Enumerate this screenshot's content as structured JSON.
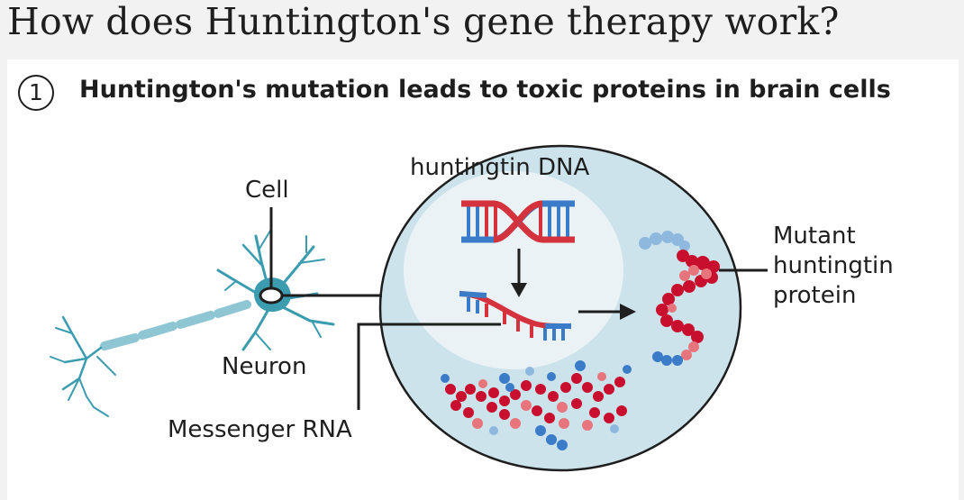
{
  "title": "How does Huntington's gene therapy work?",
  "step": {
    "number": "1",
    "heading": "Huntington's mutation leads to toxic proteins in brain cells"
  },
  "labels": {
    "cell": "Cell",
    "neuron": "Neuron",
    "dna": "huntingtin DNA",
    "mrna": "Messenger RNA",
    "protein": [
      "Mutant",
      "huntingtin",
      "protein"
    ]
  },
  "colors": {
    "cell_fill": "#cde3ec",
    "nucleus_fill": "#eaf2f6",
    "neuron": "#3b9cb0",
    "strand_red": "#d4323c",
    "strand_blue": "#3a7cc7",
    "protein_dark_red": "#c8102e",
    "protein_light_red": "#e8747c",
    "protein_light_blue": "#8fb8de"
  }
}
